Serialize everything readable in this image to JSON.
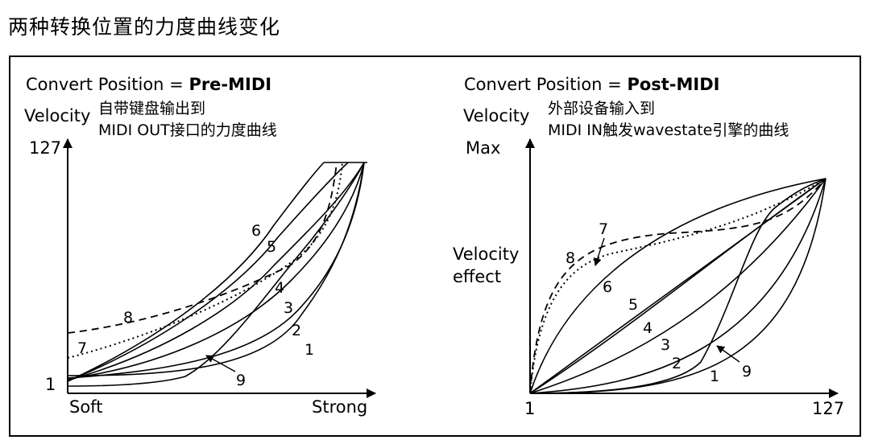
{
  "title": "两种转换位置的力度曲线变化",
  "left_panel": {
    "heading_prefix": "Convert Position = ",
    "heading_mode": "Pre-MIDI",
    "y_axis_label": "Velocity",
    "caption_line1": "自带键盘输出到",
    "caption_line2": "MIDI OUT接口的力度曲线",
    "y_max_label": "127",
    "y_min_label": "1",
    "x_min_label": "Soft",
    "x_max_label": "Strong",
    "curve_labels": [
      "1",
      "2",
      "3",
      "4",
      "5",
      "6",
      "7",
      "8",
      "9"
    ]
  },
  "right_panel": {
    "heading_prefix": "Convert Position = ",
    "heading_mode": "Post-MIDI",
    "y_axis_label": "Velocity",
    "caption_line1": "外部设备输入到",
    "caption_line2": "MIDI IN触发wavestate引擎的曲线",
    "y_max_label": "Max",
    "y_mid_label_line1": "Velocity",
    "y_mid_label_line2": "effect",
    "x_min_label": "1",
    "x_max_label": "127",
    "curve_labels": [
      "1",
      "2",
      "3",
      "4",
      "5",
      "6",
      "7",
      "8",
      "9"
    ]
  }
}
